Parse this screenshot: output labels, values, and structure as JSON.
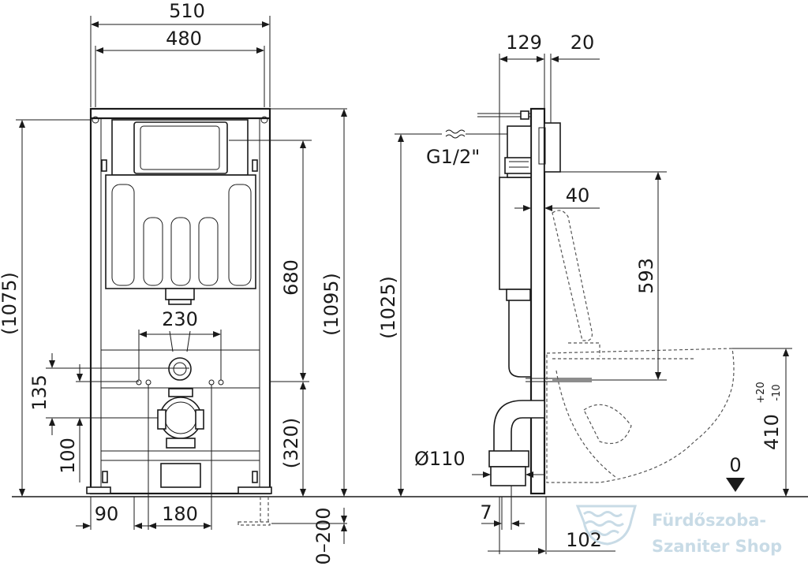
{
  "front_view": {
    "dims": {
      "width_outer": "510",
      "width_inner": "480",
      "height_left": "(1075)",
      "height_cistern": "680",
      "height_total": "(1095)",
      "pipe_spacing": "230",
      "dim_135": "135",
      "dim_100": "100",
      "dim_320": "(320)",
      "dim_90": "90",
      "dim_180": "180",
      "dim_adjust": "0–200"
    }
  },
  "side_view": {
    "dims": {
      "depth_129": "129",
      "depth_20": "20",
      "water_connection": "G1/2\"",
      "depth_40": "40",
      "height_593": "593",
      "height_1025": "(1025)",
      "drain_diameter": "Ø110",
      "offset_7": "7",
      "offset_102": "102",
      "bowl_height": "410",
      "bowl_tol_plus": "+20",
      "bowl_tol_minus": "-10",
      "floor_zero": "0"
    }
  },
  "watermark": {
    "line1": "Fürdőszoba-",
    "line2": "Szaniter Shop",
    "color": "#c8dbe6"
  }
}
